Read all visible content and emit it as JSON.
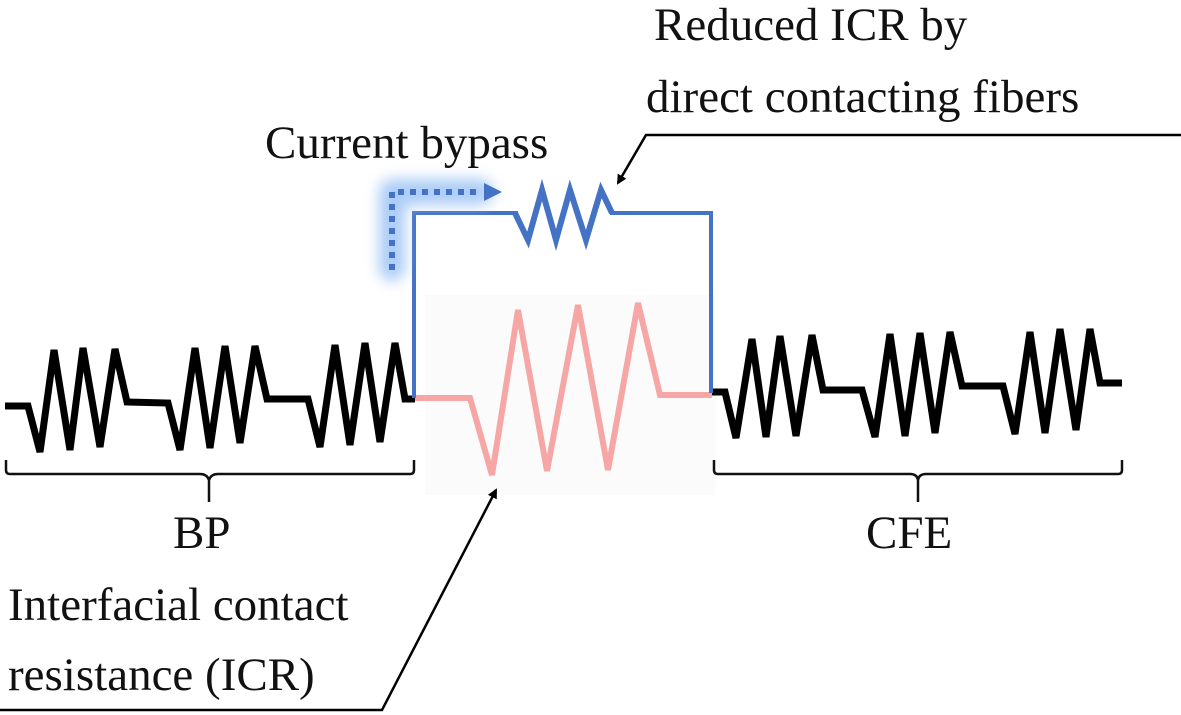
{
  "diagram": {
    "labels": {
      "reduced_icr_line1": "Reduced ICR by",
      "reduced_icr_line2": "direct contacting fibers",
      "current_bypass": "Current bypass",
      "bp": "BP",
      "cfe": "CFE",
      "icr_line1": "Interfacial contact",
      "icr_line2": "resistance (ICR)"
    },
    "components": {
      "bp_resistors": 3,
      "cfe_resistors": 3,
      "icr_resistor": "interfacial contact resistance",
      "bypass_resistor": "reduced ICR by fibers"
    },
    "colors": {
      "series_resistor": "#000000",
      "icr_resistor": "#f7a6a6",
      "bypass_circuit": "#4472c4",
      "bypass_glow": "#9cc3f5"
    }
  }
}
